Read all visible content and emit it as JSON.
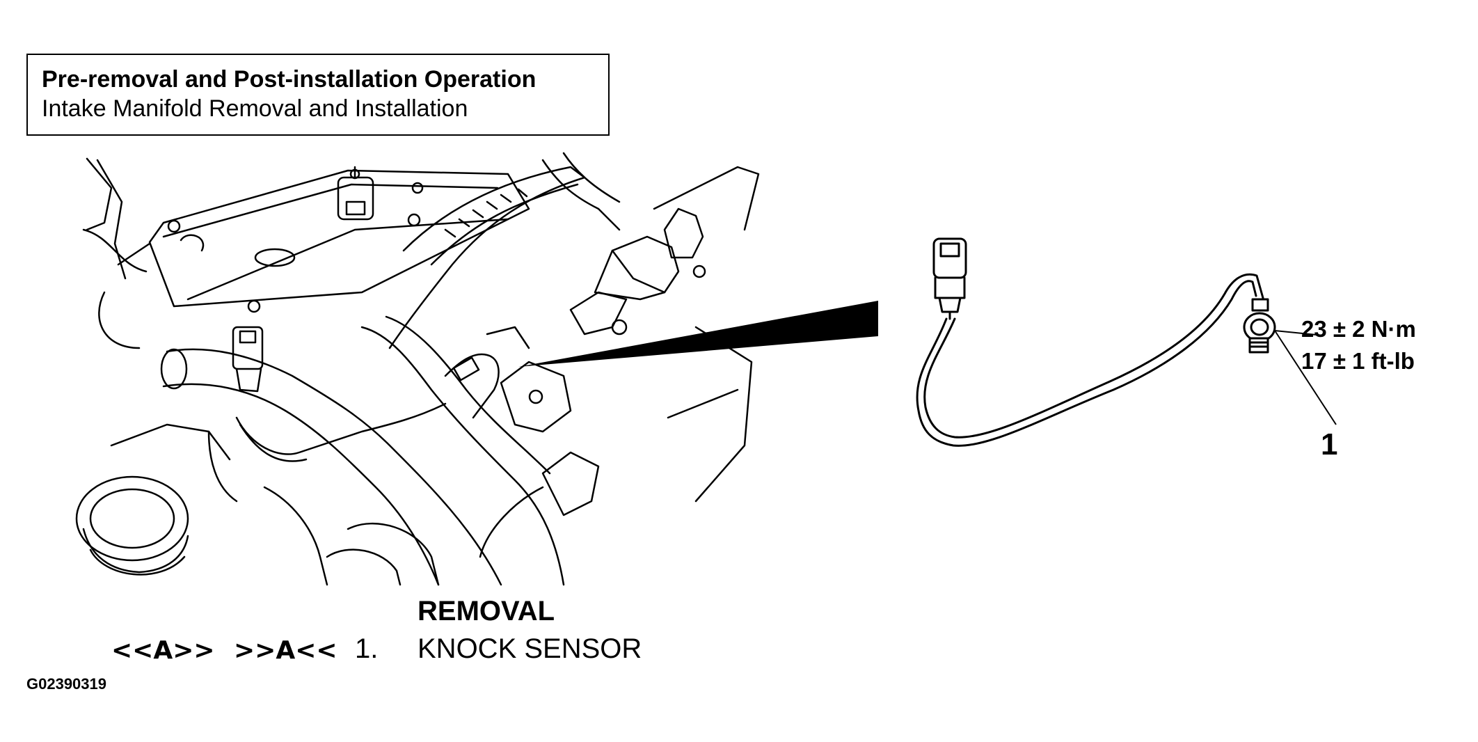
{
  "header": {
    "title": "Pre-removal and Post-installation Operation",
    "subtitle": "Intake Manifold Removal and Installation"
  },
  "sensor": {
    "torque_metric": "23 ± 2 N·m",
    "torque_imperial": "17 ± 1 ft-lb",
    "callout_number": "1"
  },
  "removal": {
    "heading": "REMOVAL",
    "items": [
      {
        "removal_code": "<<A>>",
        "install_code": ">>A<<",
        "number": "1.",
        "label": "KNOCK SENSOR"
      }
    ]
  },
  "figure_id": "G02390319",
  "colors": {
    "line": "#000000",
    "background": "#ffffff"
  }
}
